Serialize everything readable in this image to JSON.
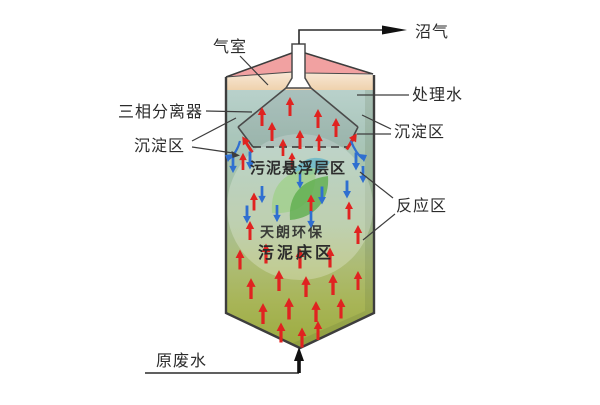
{
  "labels": {
    "gas_chamber": "气室",
    "biogas": "沼气",
    "treated_water": "处理水",
    "three_phase_separator": "三相分离器",
    "settling_zone_left": "沉淀区",
    "settling_zone_right": "沉淀区",
    "reaction_zone": "反应区",
    "raw_wastewater": "原废水",
    "sludge_suspension_zone": "污泥悬浮层区",
    "sludge_bed_zone": "污泥床区",
    "watermark_brand": "天朗环保"
  },
  "colors": {
    "roof_pink": "#f1a1a1",
    "gas_band_top": "#f8e8d6",
    "gas_band_bottom": "#efd2ad",
    "water_top": "#b9d1cb",
    "water_bottom": "#9cab3f",
    "outline": "#3d3d3d",
    "red_arrow": "#e02320",
    "blue_arrow": "#2f6fd0",
    "watermark_green": "#44a04f",
    "suspension_text": "#5d6d78",
    "bed_text": "#51594e"
  },
  "flow_arrows": {
    "red": [
      [
        262,
        116,
        0,
        1
      ],
      [
        290,
        106,
        0,
        1
      ],
      [
        318,
        118,
        0,
        1
      ],
      [
        336,
        127,
        0,
        1
      ],
      [
        272,
        131,
        0,
        1
      ],
      [
        300,
        139,
        0,
        1
      ],
      [
        283,
        147,
        0,
        0.9
      ],
      [
        319,
        142,
        0,
        0.9
      ],
      [
        247,
        144,
        -32,
        1
      ],
      [
        352,
        141,
        32,
        1
      ],
      [
        243,
        161,
        0,
        0.9
      ],
      [
        292,
        160,
        0,
        0.85
      ],
      [
        254,
        201,
        0,
        0.95
      ],
      [
        311,
        203,
        0,
        0.95
      ],
      [
        349,
        210,
        0,
        0.95
      ],
      [
        250,
        230,
        0,
        1
      ],
      [
        358,
        234,
        0,
        1
      ],
      [
        240,
        259,
        0,
        1.05
      ],
      [
        266,
        253,
        0,
        1.05
      ],
      [
        300,
        258,
        0,
        1.05
      ],
      [
        330,
        257,
        0,
        1.05
      ],
      [
        251,
        288,
        0,
        1.1
      ],
      [
        279,
        280,
        0,
        1.1
      ],
      [
        306,
        286,
        0,
        1.1
      ],
      [
        333,
        284,
        0,
        1.1
      ],
      [
        358,
        280,
        0,
        1
      ],
      [
        263,
        313,
        0,
        1.1
      ],
      [
        289,
        308,
        0,
        1.15
      ],
      [
        316,
        311,
        0,
        1.1
      ],
      [
        341,
        308,
        0,
        1.05
      ],
      [
        281,
        332,
        0,
        1.05
      ],
      [
        302,
        337,
        0,
        1.05
      ],
      [
        318,
        330,
        0,
        1
      ]
    ],
    "blue": [
      [
        250,
        161,
        180,
        0.95
      ],
      [
        356,
        162,
        180,
        0.95
      ],
      [
        363,
        175,
        180,
        0.9
      ],
      [
        347,
        190,
        180,
        0.95
      ],
      [
        322,
        196,
        180,
        0.95
      ],
      [
        262,
        195,
        180,
        0.9
      ],
      [
        247,
        215,
        180,
        0.95
      ],
      [
        277,
        214,
        180,
        0.9
      ],
      [
        311,
        220,
        180,
        0.9
      ],
      [
        233,
        165,
        180,
        0.9
      ],
      [
        300,
        181,
        180,
        0.85
      ]
    ]
  }
}
